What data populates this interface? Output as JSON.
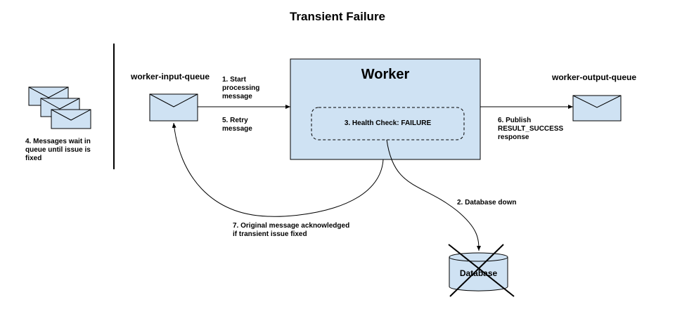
{
  "title": "Transient Failure",
  "worker": {
    "label": "Worker",
    "health_check": "3. Health Check: FAILURE"
  },
  "input_queue": "worker-input-queue",
  "output_queue": "worker-output-queue",
  "database": "Database",
  "steps": {
    "start": [
      "1. Start",
      "processing",
      "message"
    ],
    "db_down": "2. Database down",
    "wait": [
      "4. Messages wait in",
      "queue until issue is",
      "fixed"
    ],
    "retry": [
      "5. Retry",
      "message"
    ],
    "publish": [
      "6. Publish",
      "RESULT_SUCCESS",
      "response"
    ],
    "ack": [
      "7. Original message acknowledged",
      "if transient issue fixed"
    ]
  },
  "colors": {
    "fill": "#cfe2f3"
  }
}
